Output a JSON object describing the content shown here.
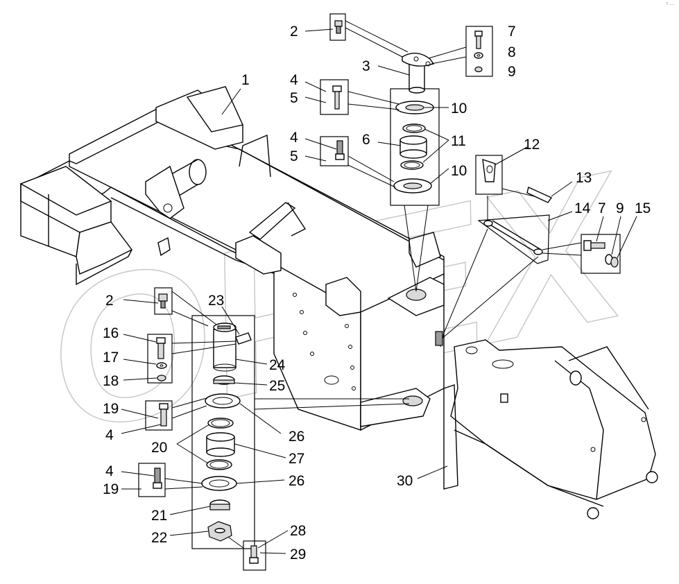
{
  "watermark": "OPEX",
  "corner_note": "r  ....",
  "callouts": [
    "1",
    "2",
    "3",
    "4",
    "5",
    "6",
    "7",
    "8",
    "9",
    "10",
    "11",
    "12",
    "13",
    "14",
    "15",
    "16",
    "17",
    "18",
    "19",
    "20",
    "21",
    "22",
    "23",
    "24",
    "25",
    "26",
    "27",
    "28",
    "29",
    "30"
  ],
  "callouts_extra": {
    "n2b": "2",
    "n4b": "4",
    "n4c": "4",
    "n4d": "4",
    "n5b": "5",
    "n7b": "7",
    "n9b": "9",
    "n10b": "10",
    "n19b": "19",
    "n26b": "26"
  }
}
